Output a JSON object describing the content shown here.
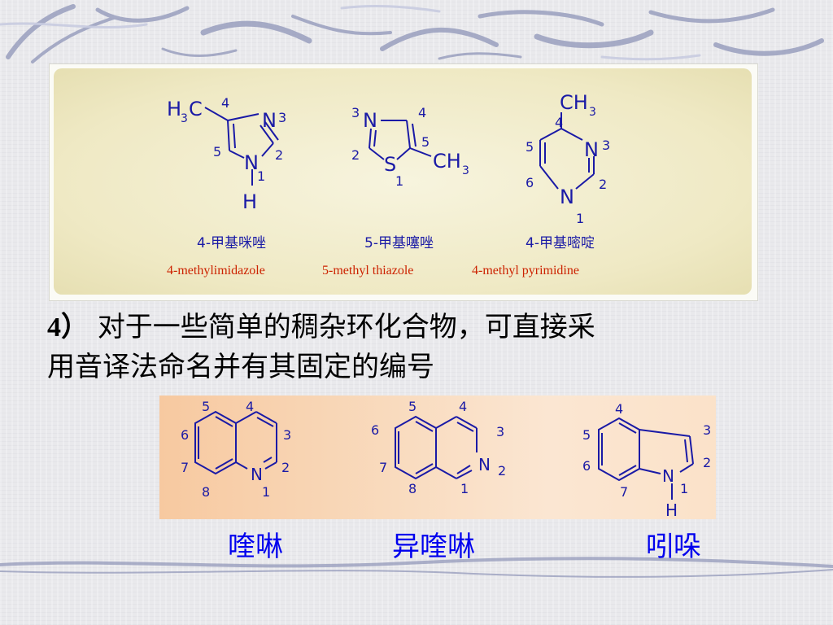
{
  "top_figure": {
    "molecules": [
      {
        "formula_labels": [
          "H",
          "3",
          "C",
          "N",
          "3",
          "N",
          "H"
        ],
        "position_numbers": [
          "4",
          "5",
          "2",
          "1"
        ],
        "chinese_name": "4-甲基咪唑",
        "english_name": "4-methylimidazole"
      },
      {
        "formula_labels": [
          "N",
          "S",
          "CH",
          "3"
        ],
        "position_numbers": [
          "3",
          "4",
          "5",
          "2",
          "1"
        ],
        "chinese_name": "5-甲基噻唑",
        "english_name": "5-methyl thiazole"
      },
      {
        "formula_labels": [
          "CH",
          "3",
          "N",
          "3",
          "N"
        ],
        "position_numbers": [
          "4",
          "5",
          "6",
          "2",
          "1"
        ],
        "chinese_name": "4-甲基嘧啶",
        "english_name": "4-methyl pyrimidine"
      }
    ]
  },
  "heading": {
    "number": "4）",
    "line1": "对于一些简单的稠杂环化合物，可直接采",
    "line2": "用音译法命名并有其固定的编号"
  },
  "bottom_figure": {
    "quinoline": {
      "atom_N": "N",
      "numbers": [
        "5",
        "4",
        "6",
        "3",
        "7",
        "2",
        "8",
        "1"
      ]
    },
    "isoquinoline": {
      "atom_N": "N",
      "numbers": [
        "5",
        "4",
        "6",
        "3",
        "7",
        "2",
        "8",
        "1"
      ]
    },
    "indole": {
      "atom_N": "N",
      "atom_H": "H",
      "numbers": [
        "4",
        "5",
        "3",
        "6",
        "2",
        "7",
        "1"
      ]
    }
  },
  "names": {
    "quinoline": "喹啉",
    "isoquinoline": "异喹啉",
    "indole": "吲哚"
  },
  "colors": {
    "structure_blue": "#1a1aa6",
    "name_red": "#cc2200",
    "name_blue_cn": "#0000ee",
    "panel_top": "#efe9c4",
    "panel_bottom": "#f7c9a0"
  }
}
